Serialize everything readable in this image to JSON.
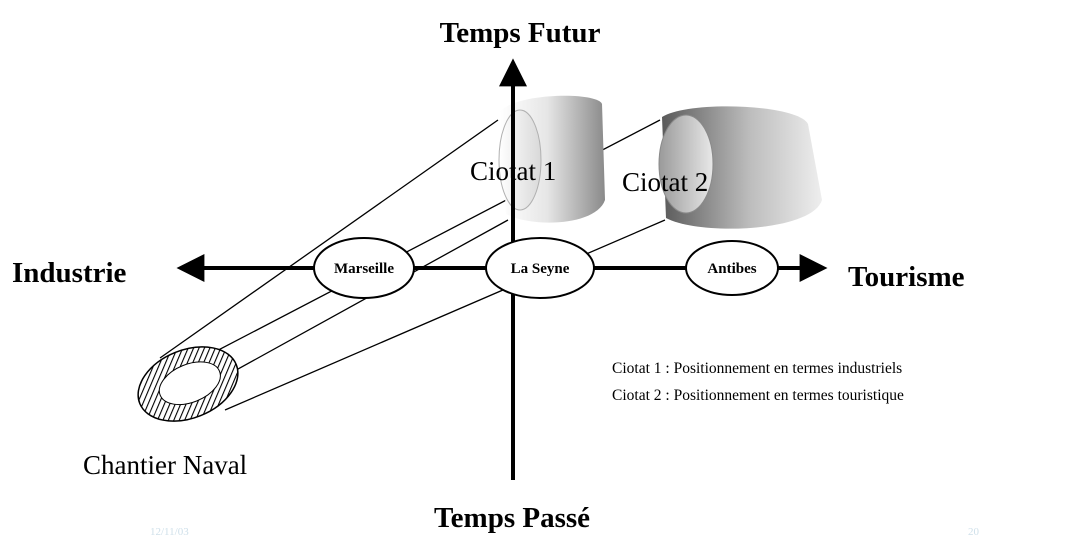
{
  "colors": {
    "axis": "#000000",
    "node_fill": "#ffffff",
    "cylinder_light": "#f2f2f2",
    "cylinder_dark": "#777777",
    "footer_text": "#cfe0ea"
  },
  "axes": {
    "top_label": "Temps Futur",
    "bottom_label": "Temps Passé",
    "left_label": "Industrie",
    "right_label": "Tourisme"
  },
  "nodes": [
    {
      "id": "marseille",
      "label": "Marseille"
    },
    {
      "id": "la-seyne",
      "label": "La Seyne"
    },
    {
      "id": "antibes",
      "label": "Antibes"
    }
  ],
  "cylinders": [
    {
      "id": "ciotat-1",
      "label": "Ciotat 1"
    },
    {
      "id": "ciotat-2",
      "label": "Ciotat 2"
    }
  ],
  "source": {
    "label": "Chantier Naval",
    "icon": "hatched-ring-icon"
  },
  "legend": [
    "Ciotat 1 : Positionnement en termes industriels",
    "Ciotat 2 : Positionnement en termes touristique"
  ],
  "footer": {
    "date": "12/11/03",
    "page": "20"
  }
}
